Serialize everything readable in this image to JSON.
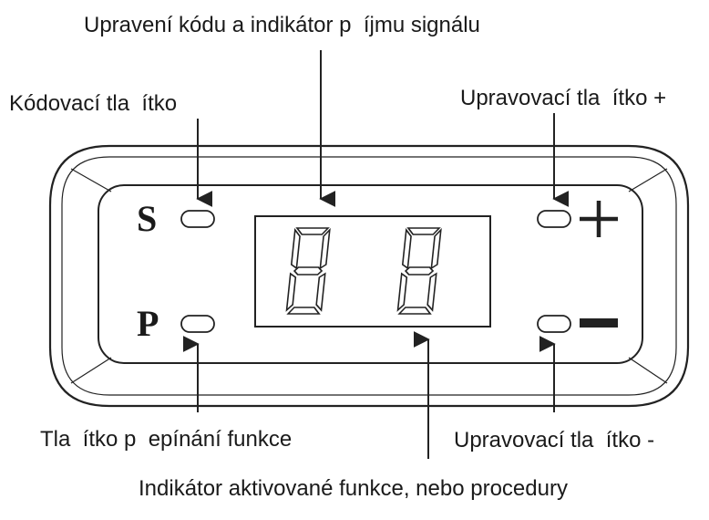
{
  "labels": {
    "top_center": "Upravení kódu a indikátor p  íjmu signálu",
    "top_left": "Kódovací tla  ítko",
    "top_right": "Upravovací tla  ítko +",
    "bottom_left": "Tla  ítko p  epínání funkce",
    "bottom_right": "Upravovací tla  ítko -",
    "bottom_center": "Indikátor aktivované funkce, nebo procedury"
  },
  "panel": {
    "letter_s": "S",
    "letter_p": "P",
    "plus_symbol": "+",
    "minus_symbol": "−"
  },
  "colors": {
    "line": "#222222",
    "background": "#ffffff"
  },
  "display": {
    "digits": "88"
  }
}
